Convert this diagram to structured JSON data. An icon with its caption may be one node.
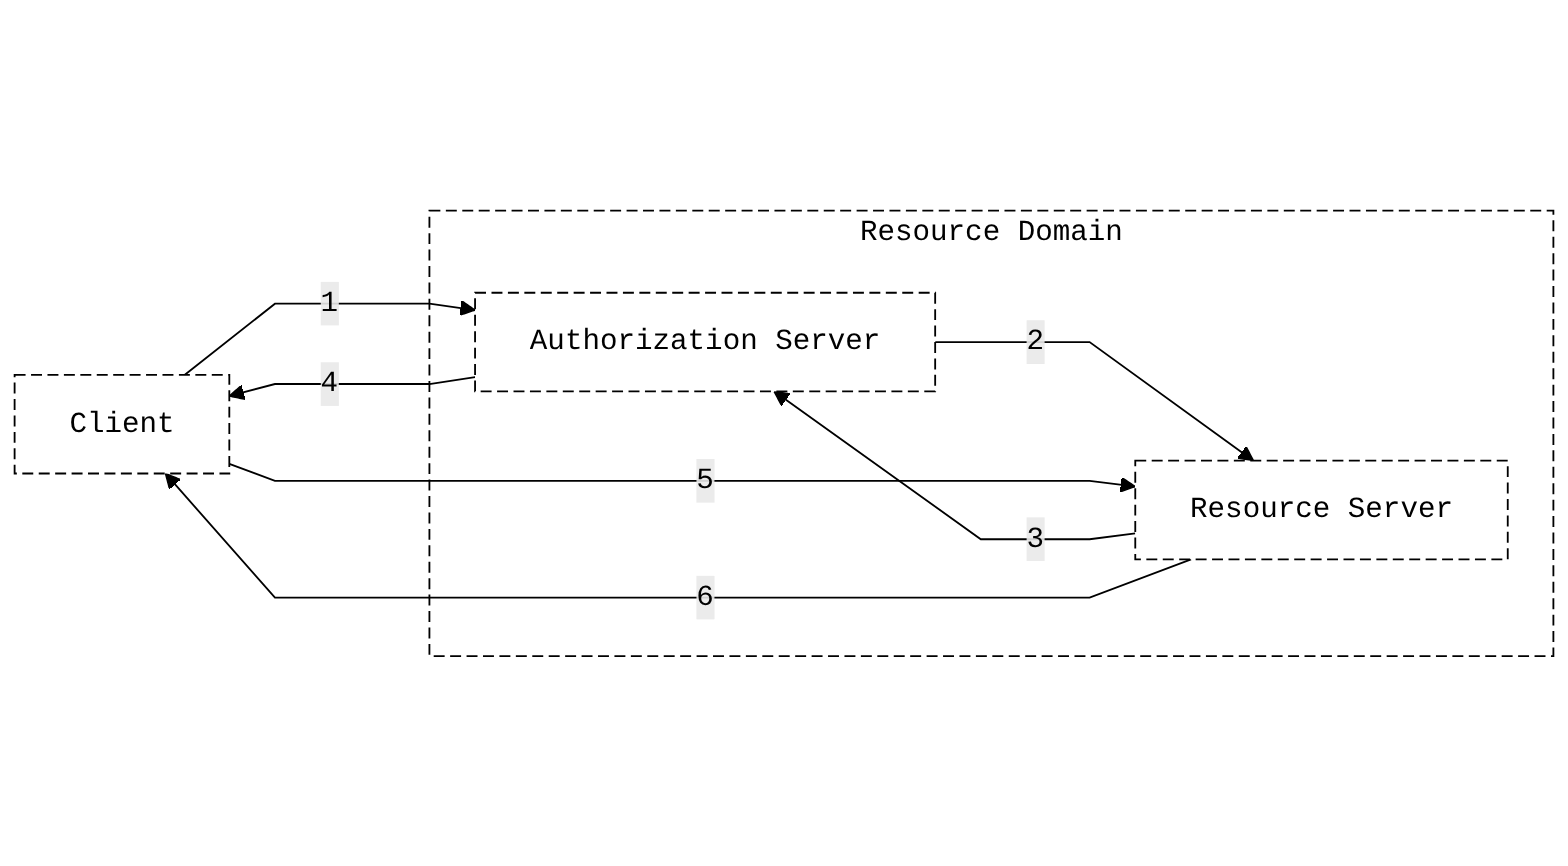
{
  "diagram": {
    "nodes": [
      {
        "text": [
          "Client"
        ]
      },
      {
        "text": [
          "Resource Domain"
        ]
      },
      {
        "text": [
          "Authorization Server"
        ],
        "in": 1
      },
      {
        "text": [
          "Resource Server"
        ],
        "in": 1
      }
    ],
    "edges": [
      {
        "from": 0,
        "to": 2,
        "arrow": "to",
        "label": "1"
      },
      {
        "from": 2,
        "to": 0,
        "arrow": "to",
        "label": "4"
      },
      {
        "from": 2,
        "to": 3,
        "arrow": "to",
        "label": "2"
      },
      {
        "from": 3,
        "to": 2,
        "arrow": "to",
        "label": "3"
      },
      {
        "from": 0,
        "to": 3,
        "arrow": "to",
        "label": "5"
      },
      {
        "from": 3,
        "to": 0,
        "arrow": "to",
        "label": "6"
      }
    ]
  }
}
